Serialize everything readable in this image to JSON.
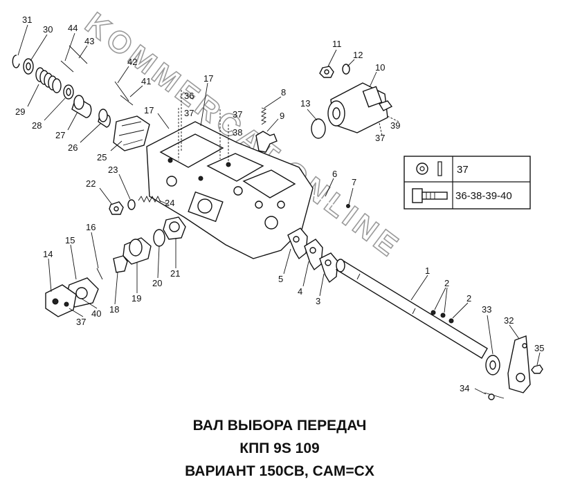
{
  "watermark": "KOMMERCAT.ONLINE",
  "title": {
    "line1": "ВАЛ ВЫБОРА ПЕРЕДАЧ",
    "line2": "КПП 9S 109",
    "line3": "ВАРИАНТ 150CB, CAM=CX"
  },
  "legend": {
    "row1": "37",
    "row2": "36-38-39-40"
  },
  "callouts": {
    "c31": "31",
    "c30": "30",
    "c44": "44",
    "c43": "43",
    "c29": "29",
    "c28": "28",
    "c27": "27",
    "c26": "26",
    "c25": "25",
    "c42": "42",
    "c41": "41",
    "c17a": "17",
    "c17b": "17",
    "c36": "36",
    "c37a": "37",
    "c37b": "37",
    "c38": "38",
    "c8": "8",
    "c9": "9",
    "c13": "13",
    "c11": "11",
    "c12": "12",
    "c10": "10",
    "c39": "39",
    "c37c": "37",
    "c22": "22",
    "c23": "23",
    "c24": "24",
    "c6": "6",
    "c7": "7",
    "c16": "16",
    "c15": "15",
    "c14": "14",
    "c18": "18",
    "c19": "19",
    "c20": "20",
    "c21": "21",
    "c40": "40",
    "c37d": "37",
    "c5": "5",
    "c4": "4",
    "c3": "3",
    "c1": "1",
    "c2a": "2",
    "c2b": "2",
    "c33": "33",
    "c32": "32",
    "c35": "35",
    "c34": "34"
  }
}
